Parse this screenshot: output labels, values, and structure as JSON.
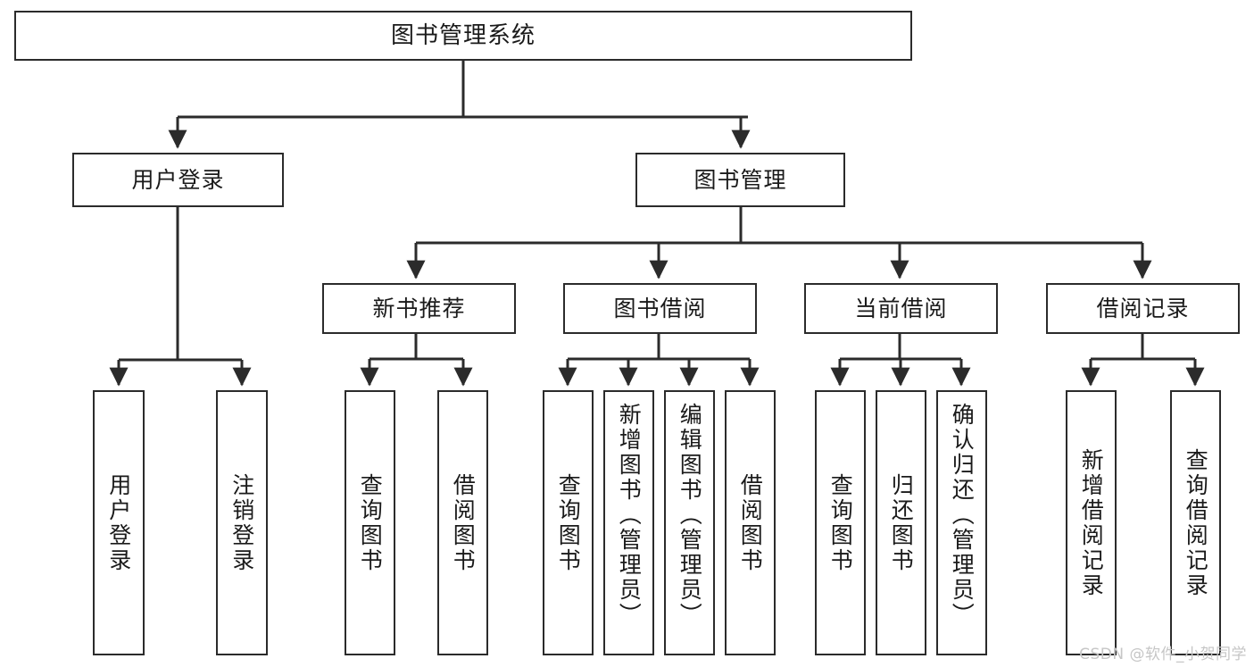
{
  "diagram": {
    "title": "图书管理系统",
    "type": "tree",
    "orientation": "top-down",
    "colors": {
      "node_border": "#2b2b2b",
      "node_fill": "#ffffff",
      "edge": "#2b2b2b",
      "text": "#1a1a1a",
      "background": "#ffffff",
      "watermark": "#c6c6c6"
    },
    "watermark": "CSDN @软件_小贺同学"
  },
  "nodes": {
    "root": {
      "label": "图书管理系统"
    },
    "level2": [
      {
        "id": "user-login",
        "label": "用户登录"
      },
      {
        "id": "book-management",
        "label": "图书管理"
      }
    ],
    "level3": [
      {
        "id": "new-book-recommend",
        "label": "新书推荐"
      },
      {
        "id": "book-borrow",
        "label": "图书借阅"
      },
      {
        "id": "current-borrow",
        "label": "当前借阅"
      },
      {
        "id": "borrow-record",
        "label": "借阅记录"
      }
    ],
    "leaves": {
      "user_login": [
        {
          "id": "leaf-user-login",
          "label": "用户登录"
        },
        {
          "id": "leaf-logout-login",
          "label": "注销登录"
        }
      ],
      "new_book_recommend": [
        {
          "id": "leaf-query-book-1",
          "label": "查询图书"
        },
        {
          "id": "leaf-borrow-book-1",
          "label": "借阅图书"
        }
      ],
      "book_borrow": [
        {
          "id": "leaf-query-book-2",
          "label": "查询图书"
        },
        {
          "id": "leaf-add-book",
          "label": "新增图书（管理员）"
        },
        {
          "id": "leaf-edit-book",
          "label": "编辑图书（管理员）"
        },
        {
          "id": "leaf-borrow-book-2",
          "label": "借阅图书"
        }
      ],
      "current_borrow": [
        {
          "id": "leaf-query-book-3",
          "label": "查询图书"
        },
        {
          "id": "leaf-return-book",
          "label": "归还图书"
        },
        {
          "id": "leaf-confirm-return",
          "label": "确认归还（管理员）"
        }
      ],
      "borrow_record": [
        {
          "id": "leaf-add-record",
          "label": "新增借阅记录"
        },
        {
          "id": "leaf-query-record",
          "label": "查询借阅记录"
        }
      ]
    }
  },
  "chart_data": {
    "type": "table",
    "title": "图书管理系统 功能结构图",
    "edges": [
      {
        "from": "图书管理系统",
        "to": "用户登录"
      },
      {
        "from": "图书管理系统",
        "to": "图书管理"
      },
      {
        "from": "用户登录",
        "to": "用户登录"
      },
      {
        "from": "用户登录",
        "to": "注销登录"
      },
      {
        "from": "图书管理",
        "to": "新书推荐"
      },
      {
        "from": "图书管理",
        "to": "图书借阅"
      },
      {
        "from": "图书管理",
        "to": "当前借阅"
      },
      {
        "from": "图书管理",
        "to": "借阅记录"
      },
      {
        "from": "新书推荐",
        "to": "查询图书"
      },
      {
        "from": "新书推荐",
        "to": "借阅图书"
      },
      {
        "from": "图书借阅",
        "to": "查询图书"
      },
      {
        "from": "图书借阅",
        "to": "新增图书（管理员）"
      },
      {
        "from": "图书借阅",
        "to": "编辑图书（管理员）"
      },
      {
        "from": "图书借阅",
        "to": "借阅图书"
      },
      {
        "from": "当前借阅",
        "to": "查询图书"
      },
      {
        "from": "当前借阅",
        "to": "归还图书"
      },
      {
        "from": "当前借阅",
        "to": "确认归还（管理员）"
      },
      {
        "from": "借阅记录",
        "to": "新增借阅记录"
      },
      {
        "from": "借阅记录",
        "to": "查询借阅记录"
      }
    ]
  }
}
